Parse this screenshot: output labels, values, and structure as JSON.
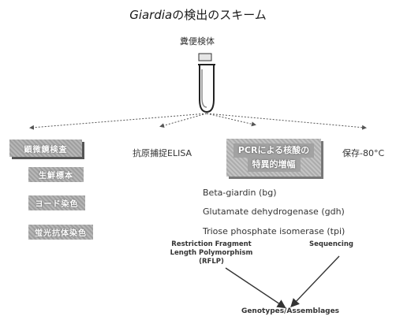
{
  "title": {
    "organism": "Giardia",
    "rest": "の検出のスキーム"
  },
  "specimen": {
    "label": "糞便検体",
    "icon": "specimen-tube-icon"
  },
  "branches": {
    "microscopy": {
      "header": "顕微鏡検査",
      "sub_items": [
        "生鮮標本",
        "ヨード染色",
        "蛍光抗体染色"
      ]
    },
    "elisa": {
      "label": "抗原捕捉ELISA"
    },
    "pcr": {
      "line1": "PCRによる核酸の",
      "line2": "特異的増幅",
      "genes": [
        "Beta-giardin (bg)",
        "Glutamate dehydrogenase (gdh)",
        "Triose phosphate isomerase (tpi)"
      ]
    },
    "storage": {
      "label": "保存-80°C"
    }
  },
  "methods": {
    "rflp": [
      "Restriction Fragment",
      "Length Polymorphism",
      "(RFLP)"
    ],
    "sequencing": "Sequencing"
  },
  "result": "Genotypes/Assemblages"
}
